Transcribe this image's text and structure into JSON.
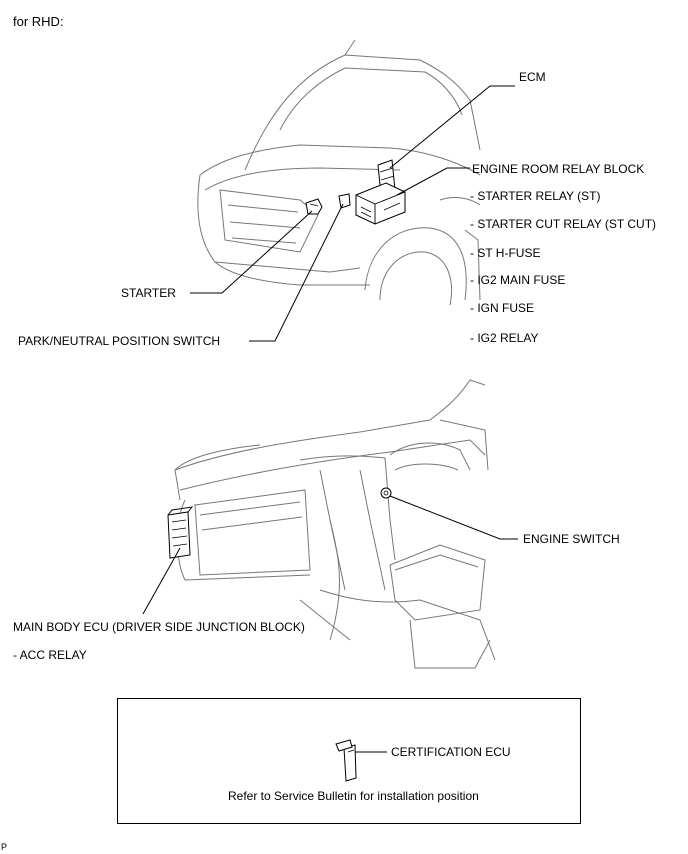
{
  "header": {
    "title": "for RHD:"
  },
  "engine_bay": {
    "ecm": "ECM",
    "relay_block": "ENGINE ROOM RELAY BLOCK",
    "relay_items": [
      "- STARTER RELAY (ST)",
      "- STARTER CUT RELAY (ST CUT)",
      "- ST H-FUSE",
      "- IG2 MAIN FUSE",
      "- IGN FUSE",
      "- IG2 RELAY"
    ],
    "starter": "STARTER",
    "park_neutral": "PARK/NEUTRAL POSITION SWITCH"
  },
  "cabin": {
    "engine_switch": "ENGINE SWITCH",
    "main_body_ecu": "MAIN BODY ECU (DRIVER SIDE JUNCTION BLOCK)",
    "acc_relay": "- ACC RELAY"
  },
  "note_box": {
    "cert_ecu": "CERTIFICATION ECU",
    "note": "Refer to Service Bulletin for installation position"
  },
  "footer": {
    "mark": "P"
  }
}
